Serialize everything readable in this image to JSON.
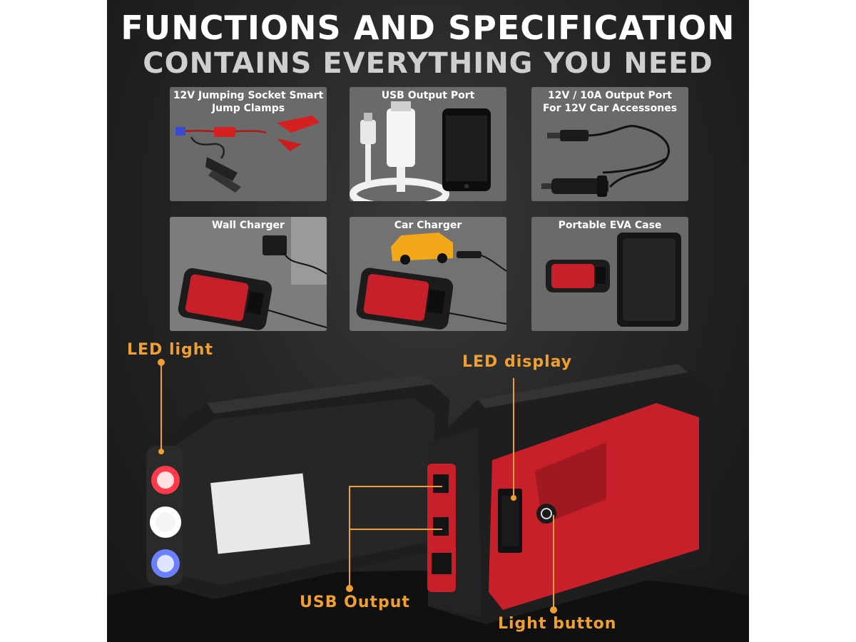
{
  "header": {
    "title": "FUNCTIONS AND SPECIFICATION",
    "subtitle": "CONTAINS EVERYTHING YOU NEED"
  },
  "cards": [
    {
      "label": "12V Jumping Socket Smart\nJump Clamps",
      "icon": "jump-clamps"
    },
    {
      "label": "USB Output Port",
      "icon": "usb-cable-phone"
    },
    {
      "label": "12V / 10A Output Port\nFor 12V Car Accessones",
      "icon": "car-plug-cable"
    },
    {
      "label": "Wall Charger",
      "icon": "wall-charger"
    },
    {
      "label": "Car Charger",
      "icon": "car-charger"
    },
    {
      "label": "Portable EVA Case",
      "icon": "eva-case"
    }
  ],
  "callouts": {
    "led_light": "LED light",
    "led_display": "LED display",
    "usb_output": "USB Output",
    "light_button": "Light button"
  },
  "colors": {
    "accent": "#f0a033",
    "device_red": "#c8202a",
    "device_black": "#1c1c1c",
    "card_bg": "#6a6a6a"
  }
}
